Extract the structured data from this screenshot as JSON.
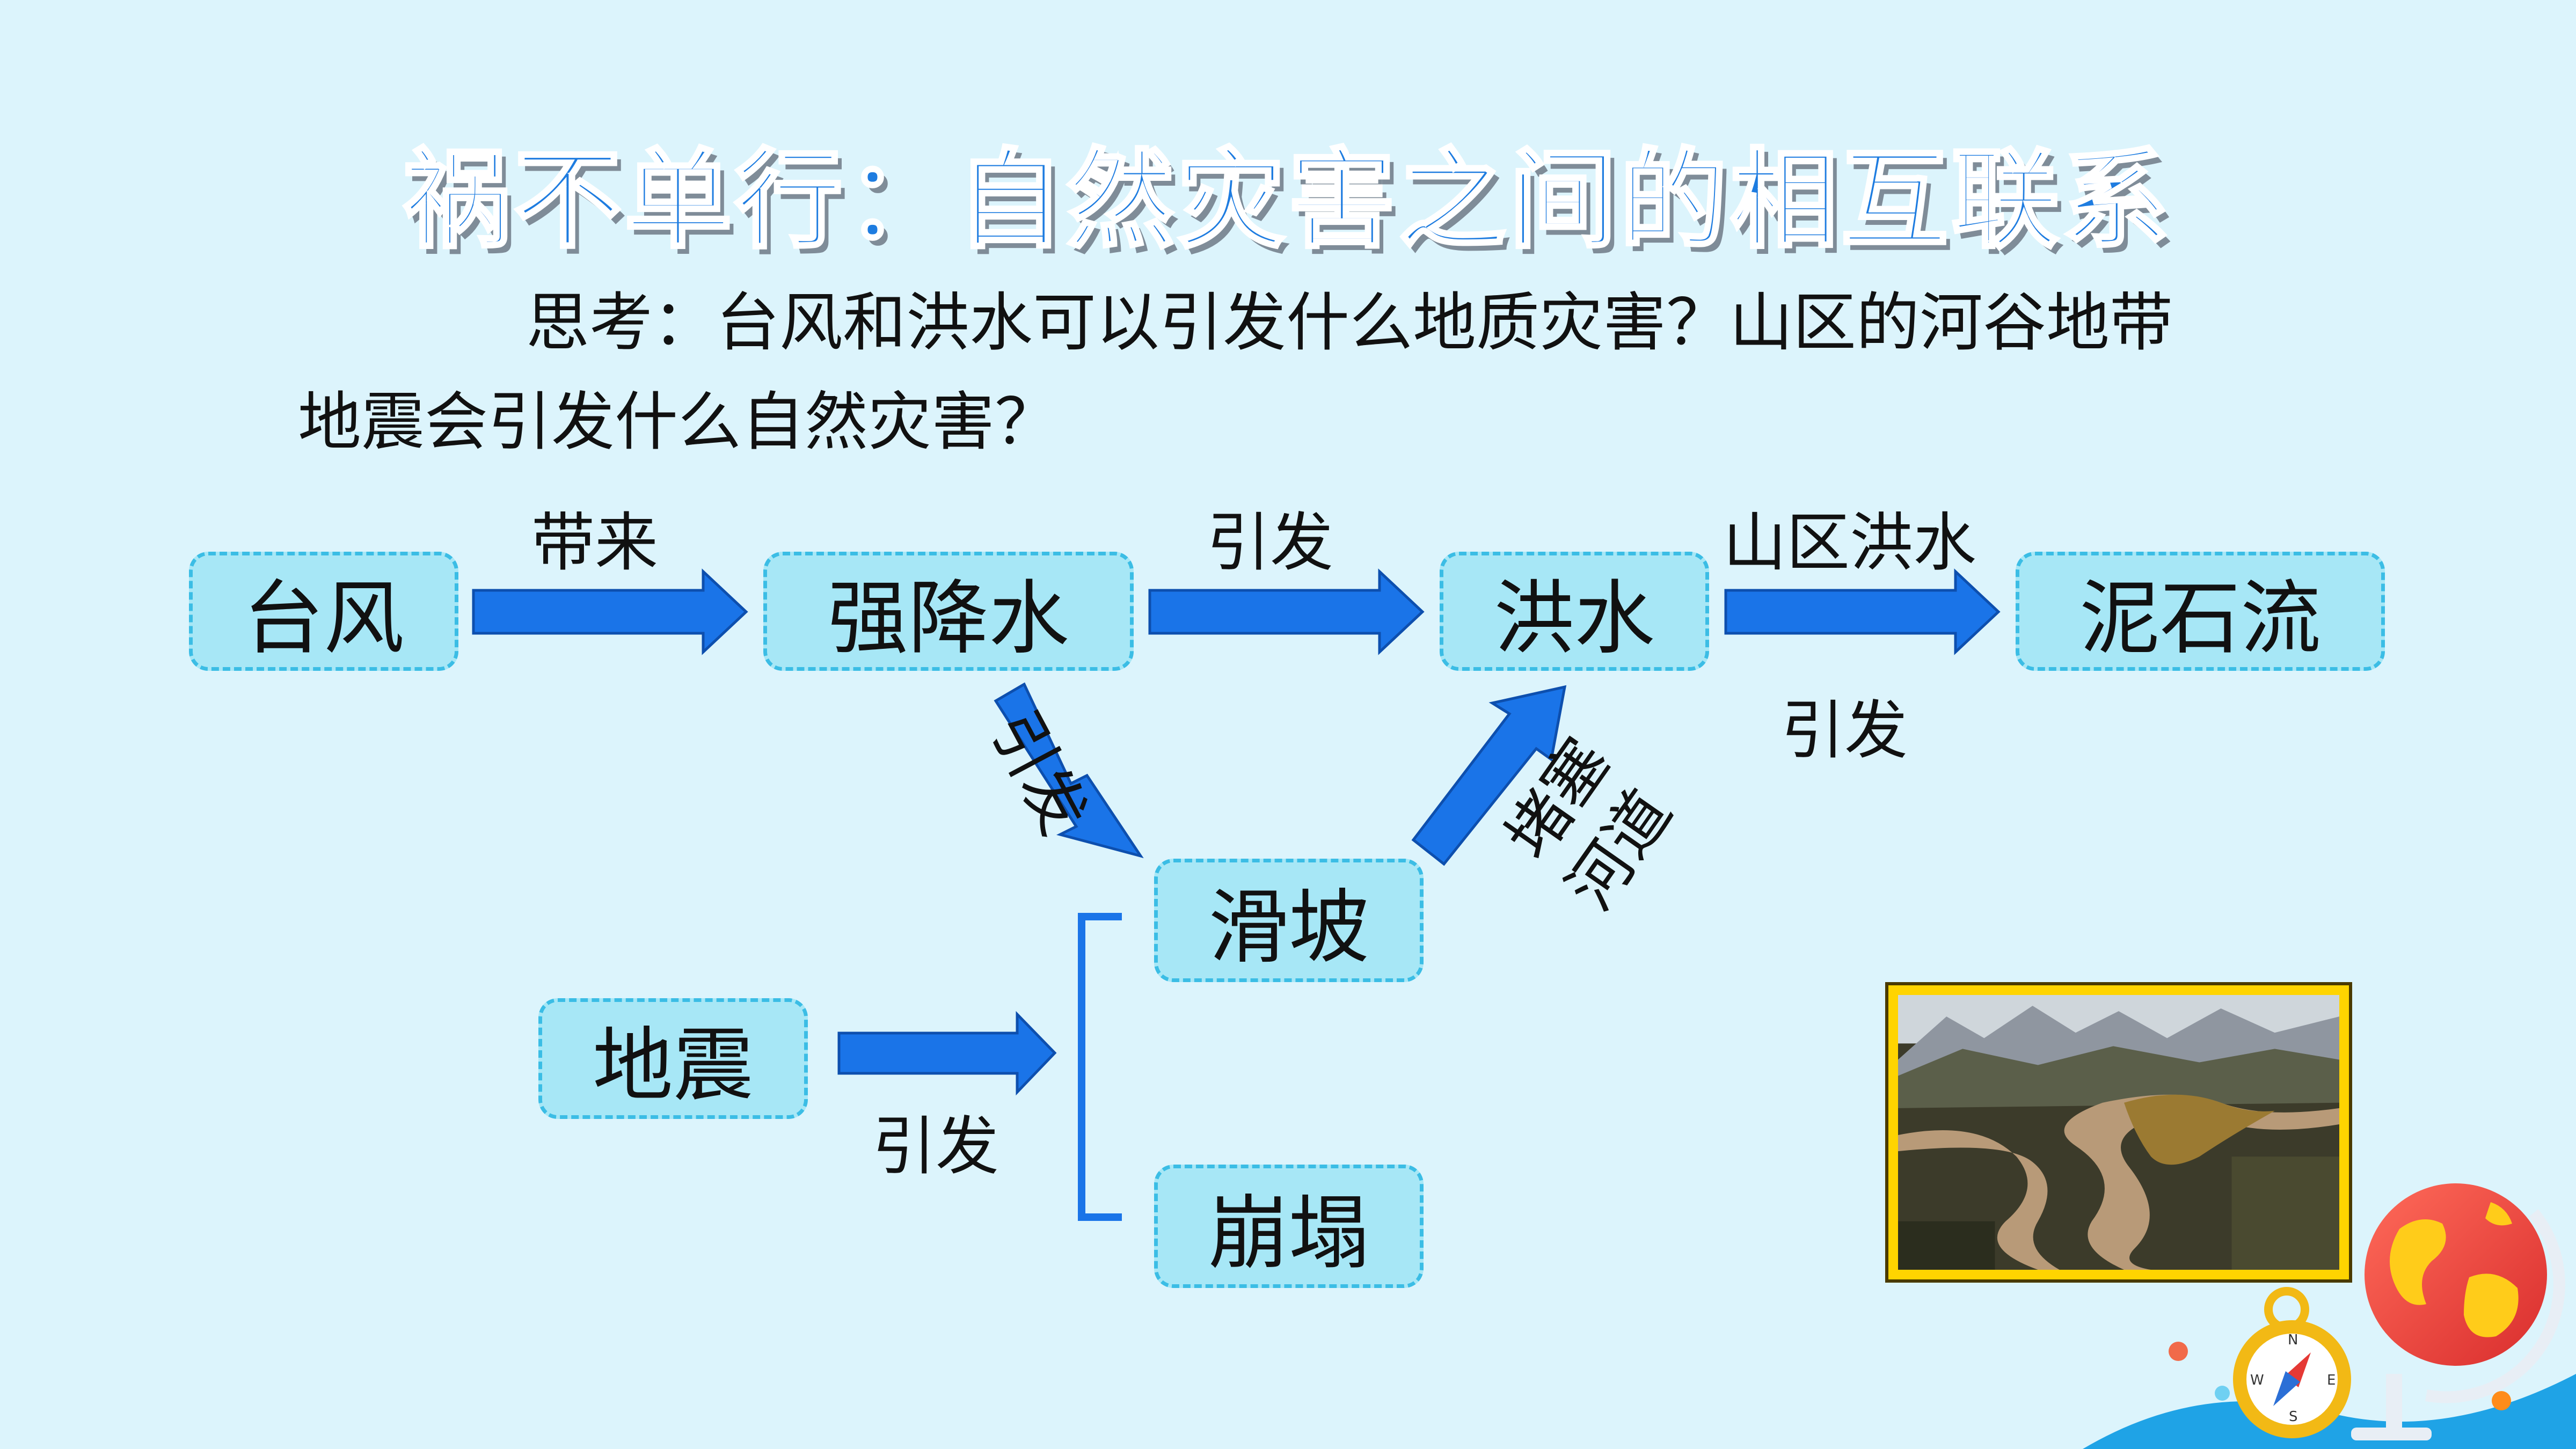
{
  "title": "祸不单行：自然灾害之间的相互联系",
  "question": {
    "line1": "思考：台风和洪水可以引发什么地质灾害？山区的河谷地带",
    "line2": "地震会引发什么自然灾害？"
  },
  "nodes": {
    "typhoon": "台风",
    "heavy_rain": "强降水",
    "flood": "洪水",
    "debris_flow": "泥石流",
    "landslide": "滑坡",
    "earthquake": "地震",
    "collapse": "崩塌"
  },
  "edge_labels": {
    "typhoon_to_rain": "带来",
    "rain_to_flood": "引发",
    "flood_to_debris_top": "山区洪水",
    "flood_to_debris_bottom": "引发",
    "rain_to_landslide": "引发",
    "landslide_to_flood_1": "堵塞",
    "landslide_to_flood_2": "河道",
    "earthquake_to_group": "引发"
  },
  "colors": {
    "background": "#dcf4fc",
    "node_fill": "#a7e7f6",
    "node_border": "#3bbde5",
    "arrow": "#1a74e8",
    "title": "#1e7ce0"
  },
  "icons": [
    "globe-icon",
    "compass-icon"
  ]
}
